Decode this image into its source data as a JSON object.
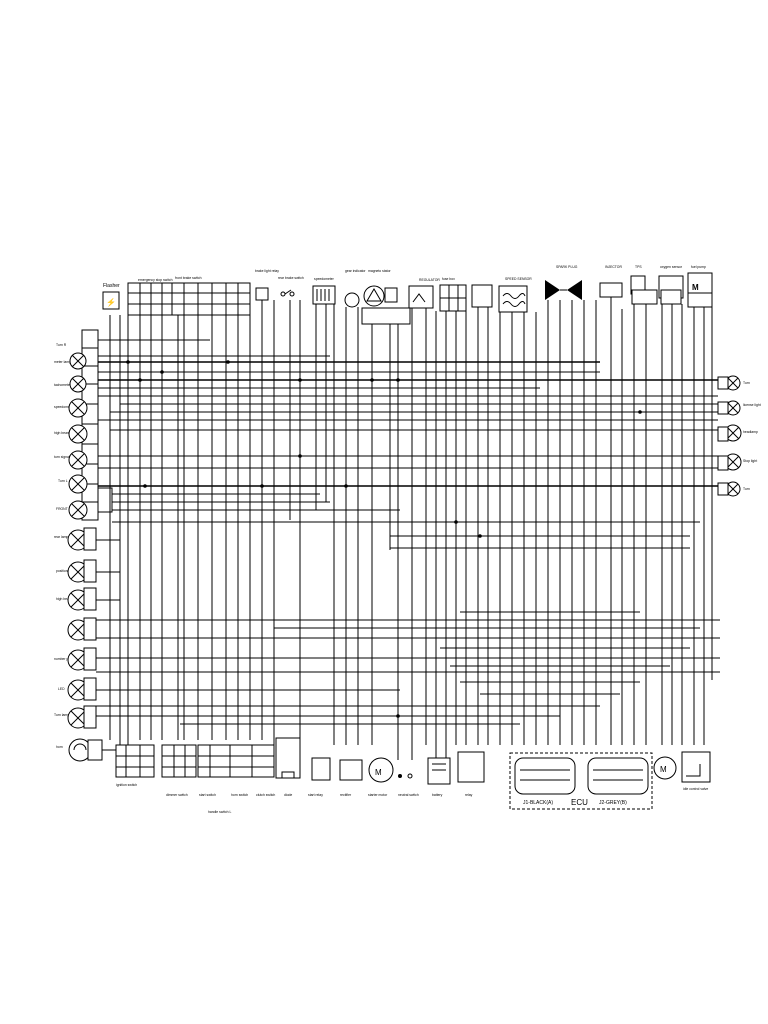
{
  "diagram": {
    "top_components": [
      "Flasher",
      "emergency stop switch",
      "front brake switch",
      "brake light relay",
      "rear brake switch",
      "speedometer",
      "gear indicator",
      "magneto stator",
      "REGULATOR",
      "fuse box",
      "SPEED SENSOR",
      "SPARK PLUG",
      "INJECTOR",
      "TPS",
      "oxygen sensor",
      "fuel pump"
    ],
    "left_lamps": [
      "Turn R",
      "meter lamp",
      "tachometer light",
      "speedometer",
      "high beam",
      "turn signal",
      "Turn L",
      "FRONT",
      "rear lamp",
      "position",
      "high beam",
      "",
      "number plate",
      "LED",
      "Turn lamp",
      "horn"
    ],
    "right_lamps": [
      "Turn",
      "license light",
      "headlamp",
      "Stop light",
      "Turn"
    ],
    "bottom_components": [
      "ignition switch",
      "dimmer switch",
      "start switch",
      "horn switch",
      "clutch switch",
      "diode",
      "start relay",
      "rectifier",
      "starter motor",
      "neutral switch",
      "battery",
      "relay",
      "M",
      "idle control valve"
    ],
    "bottom_group_label": "handle switch L",
    "ecu_label": "ECU",
    "ecu_connector_black": "J1-BLACK(A)",
    "ecu_connector_grey": "J2-GREY(B)",
    "motor_symbol": "M"
  }
}
